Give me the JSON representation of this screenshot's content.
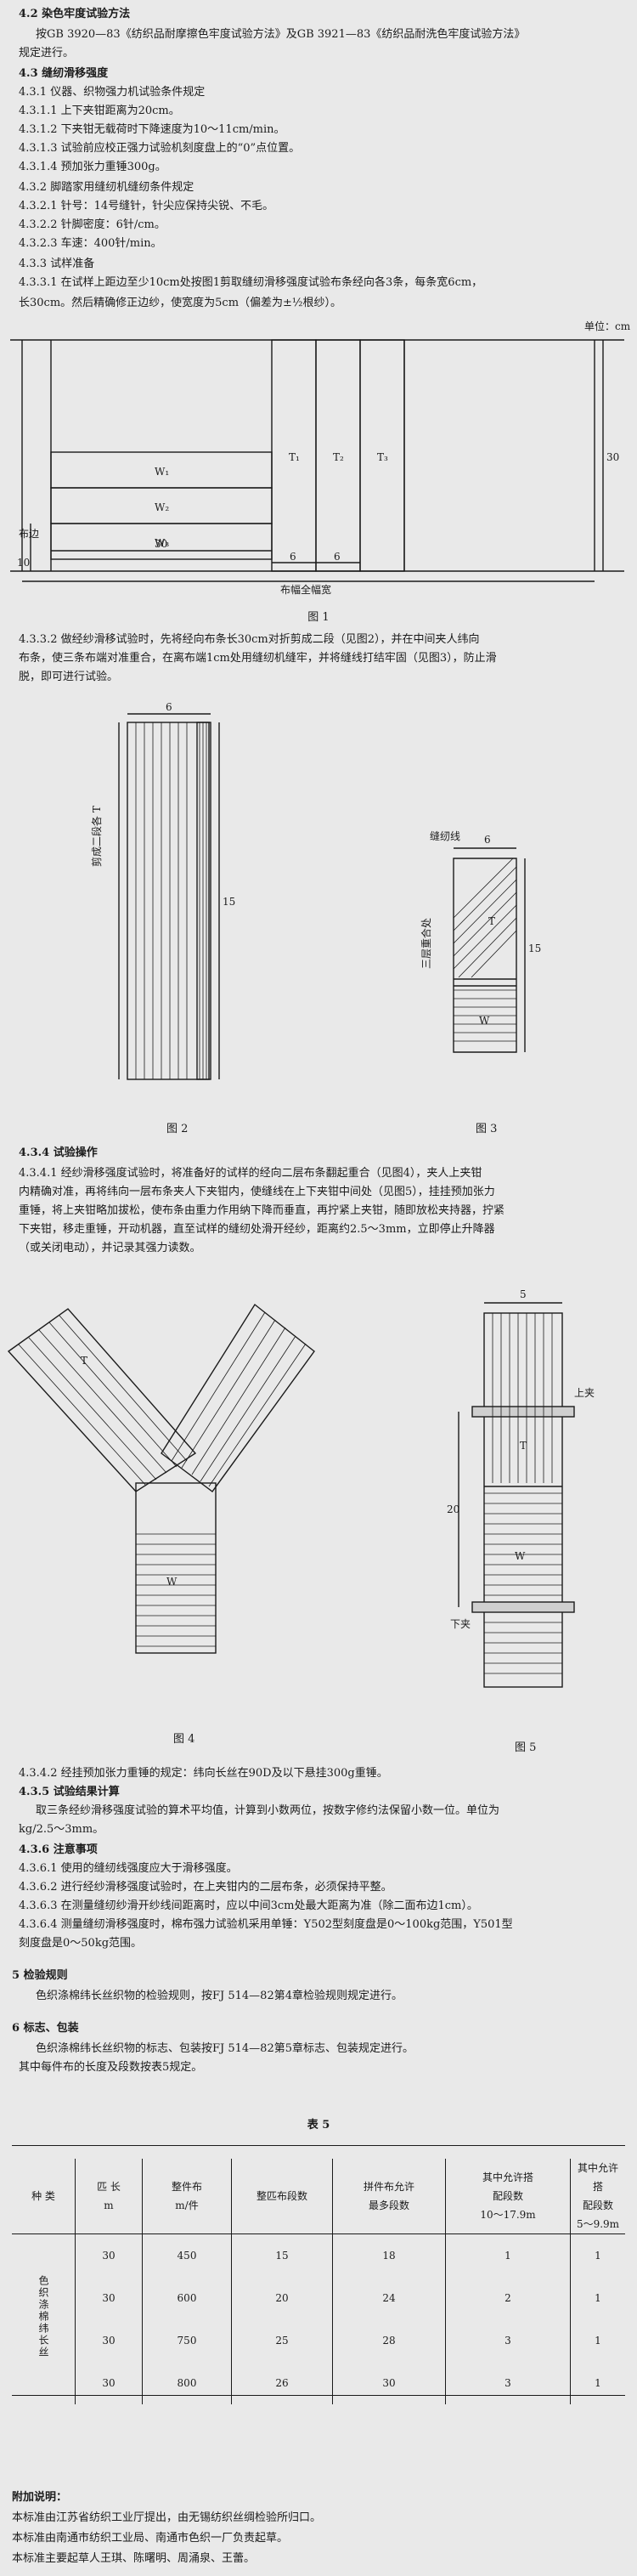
{
  "sections": {
    "s42_title": "4.2 染色牢度试验方法",
    "s42_body_1": "按GB 3920—83《纺织品耐摩擦色牢度试验方法》及GB 3921—83《纺织品耐洗色牢度试验方法》",
    "s42_body_2": "规定进行。",
    "s43_title": "4.3 缝纫滑移强度",
    "s431": "4.3.1 仪器、织物强力机试验条件规定",
    "s4311": "4.3.1.1 上下夹钳距离为20cm。",
    "s4312": "4.3.1.2 下夹钳无载荷时下降速度为10～11cm/min。",
    "s4313": "4.3.1.3 试验前应校正强力试验机刻度盘上的“0”点位置。",
    "s4314": "4.3.1.4 预加张力重锤300g。",
    "s432": "4.3.2 脚踏家用缝纫机缝纫条件规定",
    "s4321": "4.3.2.1 针号：14号缝针，针尖应保持尖锐、不毛。",
    "s4322": "4.3.2.2 针脚密度：6针/cm。",
    "s4323": "4.3.2.3 车速：400针/min。",
    "s433": "4.3.3 试样准备",
    "s4331_1": "4.3.3.1 在试样上距边至少10cm处按图1剪取缝纫滑移强度试验布条经向各3条，每条宽6cm，",
    "s4331_2": "长30cm。然后精确修正边纱，使宽度为5cm（偏差为±½根纱）。"
  },
  "figure1": {
    "unit": "单位：cm",
    "w_labels": [
      "W₁",
      "W₂",
      "W₃"
    ],
    "t_labels": [
      "T₁",
      "T₂",
      "T₃"
    ],
    "edge_label": "布边",
    "dim_10": "10",
    "dim_30": "30",
    "dim_6a": "6",
    "dim_6b": "6",
    "dim_30v": "30",
    "width_label": "布幅全幅宽",
    "caption": "图 1"
  },
  "p4332_1": "4.3.3.2 做经纱滑移试验时，先将经向布条长30cm对折剪成二段（见图2），并在中间夹人纬向",
  "p4332_2": "布条，使三条布端对准重合，在离布端1cm处用缝纫机缝牢，并将缝线打结牢固（见图3），防止滑",
  "p4332_3": "脱，即可进行试验。",
  "figure2": {
    "dim_6": "6",
    "dim_15": "15",
    "side_label": "剪成二段各 T",
    "caption": "图 2"
  },
  "figure3": {
    "top_label": "缝纫线",
    "dim_6": "6",
    "dim_15": "15",
    "t_label": "T",
    "w_label": "W",
    "side_label": "三层重合处",
    "caption": "图 3"
  },
  "s434_title": "4.3.4 试验操作",
  "p4341_1": "4.3.4.1 经纱滑移强度试验时，将准备好的试样的经向二层布条翻起重合（见图4），夹人上夹钳",
  "p4341_2": "内精确对准，再将纬向一层布条夹人下夹钳内，使缝线在上下夹钳中间处（见图5），挂挂预加张力",
  "p4341_3": "重锤，将上夹钳略加拔松，使布条由重力作用纳下降而垂直，再拧紧上夹钳，随即放松夹持器，拧紧",
  "p4341_4": "下夹钳，移走重锤，开动机器，直至试样的缝纫处滑开经纱，距离约2.5～3mm，立即停止升降器",
  "p4341_5": "（或关闭电动），并记录其强力读数。",
  "figure4": {
    "t_label": "T",
    "w_label": "W",
    "caption": "图 4"
  },
  "figure5": {
    "dim_5": "5",
    "top_clamp": "上夹",
    "bottom_clamp": "下夹",
    "dim_20": "20",
    "t_label": "T",
    "w_label": "W",
    "caption": "图 5"
  },
  "p4342": "4.3.4.2 经挂预加张力重锤的规定：纬向长丝在90D及以下悬挂300g重锤。",
  "p435_title": "4.3.5 试验结果计算",
  "p435_1": "取三条经纱滑移强度试验的算术平均值，计算到小数两位，按数字修约法保留小数一位。单位为",
  "p435_2": "kg/2.5～3mm。",
  "p436_title": "4.3.6 注意事项",
  "p4361": "4.3.6.1 使用的缝纫线强度应大于滑移强度。",
  "p4362": "4.3.6.2 进行经纱滑移强度试验时，在上夹钳内的二层布条，必须保持平整。",
  "p4363": "4.3.6.3 在测量缝纫纱滑开纱线间距离时，应以中间3cm处最大距离为准（除二面布边1cm）。",
  "p4364_1": "4.3.6.4 测量缝纫滑移强度时，棉布强力试验机采用单锤：Y502型刻度盘是0～100kg范围，Y501型",
  "p4364_2": "刻度盘是0～50kg范围。",
  "s5_title": "5 检验规则",
  "s5_body": "色织涤棉纬长丝织物的检验规则，按FJ 514—82第4章检验规则规定进行。",
  "s6_title": "6 标志、包装",
  "s6_body_1": "色织涤棉纬长丝织物的标志、包装按FJ 514—82第5章标志、包装规定进行。",
  "s6_body_2": "其中每件布的长度及段数按表5规定。",
  "table5": {
    "caption": "表 5",
    "headers": [
      "种 类",
      "匹 长\nm",
      "整件布\nm/件",
      "整匹布段数",
      "拼件布允许\n最多段数",
      "其中允许搭\n配段数\n10～17.9m",
      "其中允许搭\n配段数\n5～9.9m"
    ],
    "category": "色织涤棉纬长丝",
    "rows": [
      [
        "30",
        "450",
        "15",
        "18",
        "1",
        "1"
      ],
      [
        "30",
        "600",
        "20",
        "24",
        "2",
        "1"
      ],
      [
        "30",
        "750",
        "25",
        "28",
        "3",
        "1"
      ],
      [
        "30",
        "800",
        "26",
        "30",
        "3",
        "1"
      ]
    ]
  },
  "appendix": {
    "title": "附加说明：",
    "line1": "本标准由江苏省纺织工业厅提出，由无锡纺织丝绸检验所归口。",
    "line2": "本标准由南通市纺织工业局、南通市色织一厂负责起草。",
    "line3": "本标准主要起草人王琪、陈曙明、周涌泉、王蕾。"
  }
}
